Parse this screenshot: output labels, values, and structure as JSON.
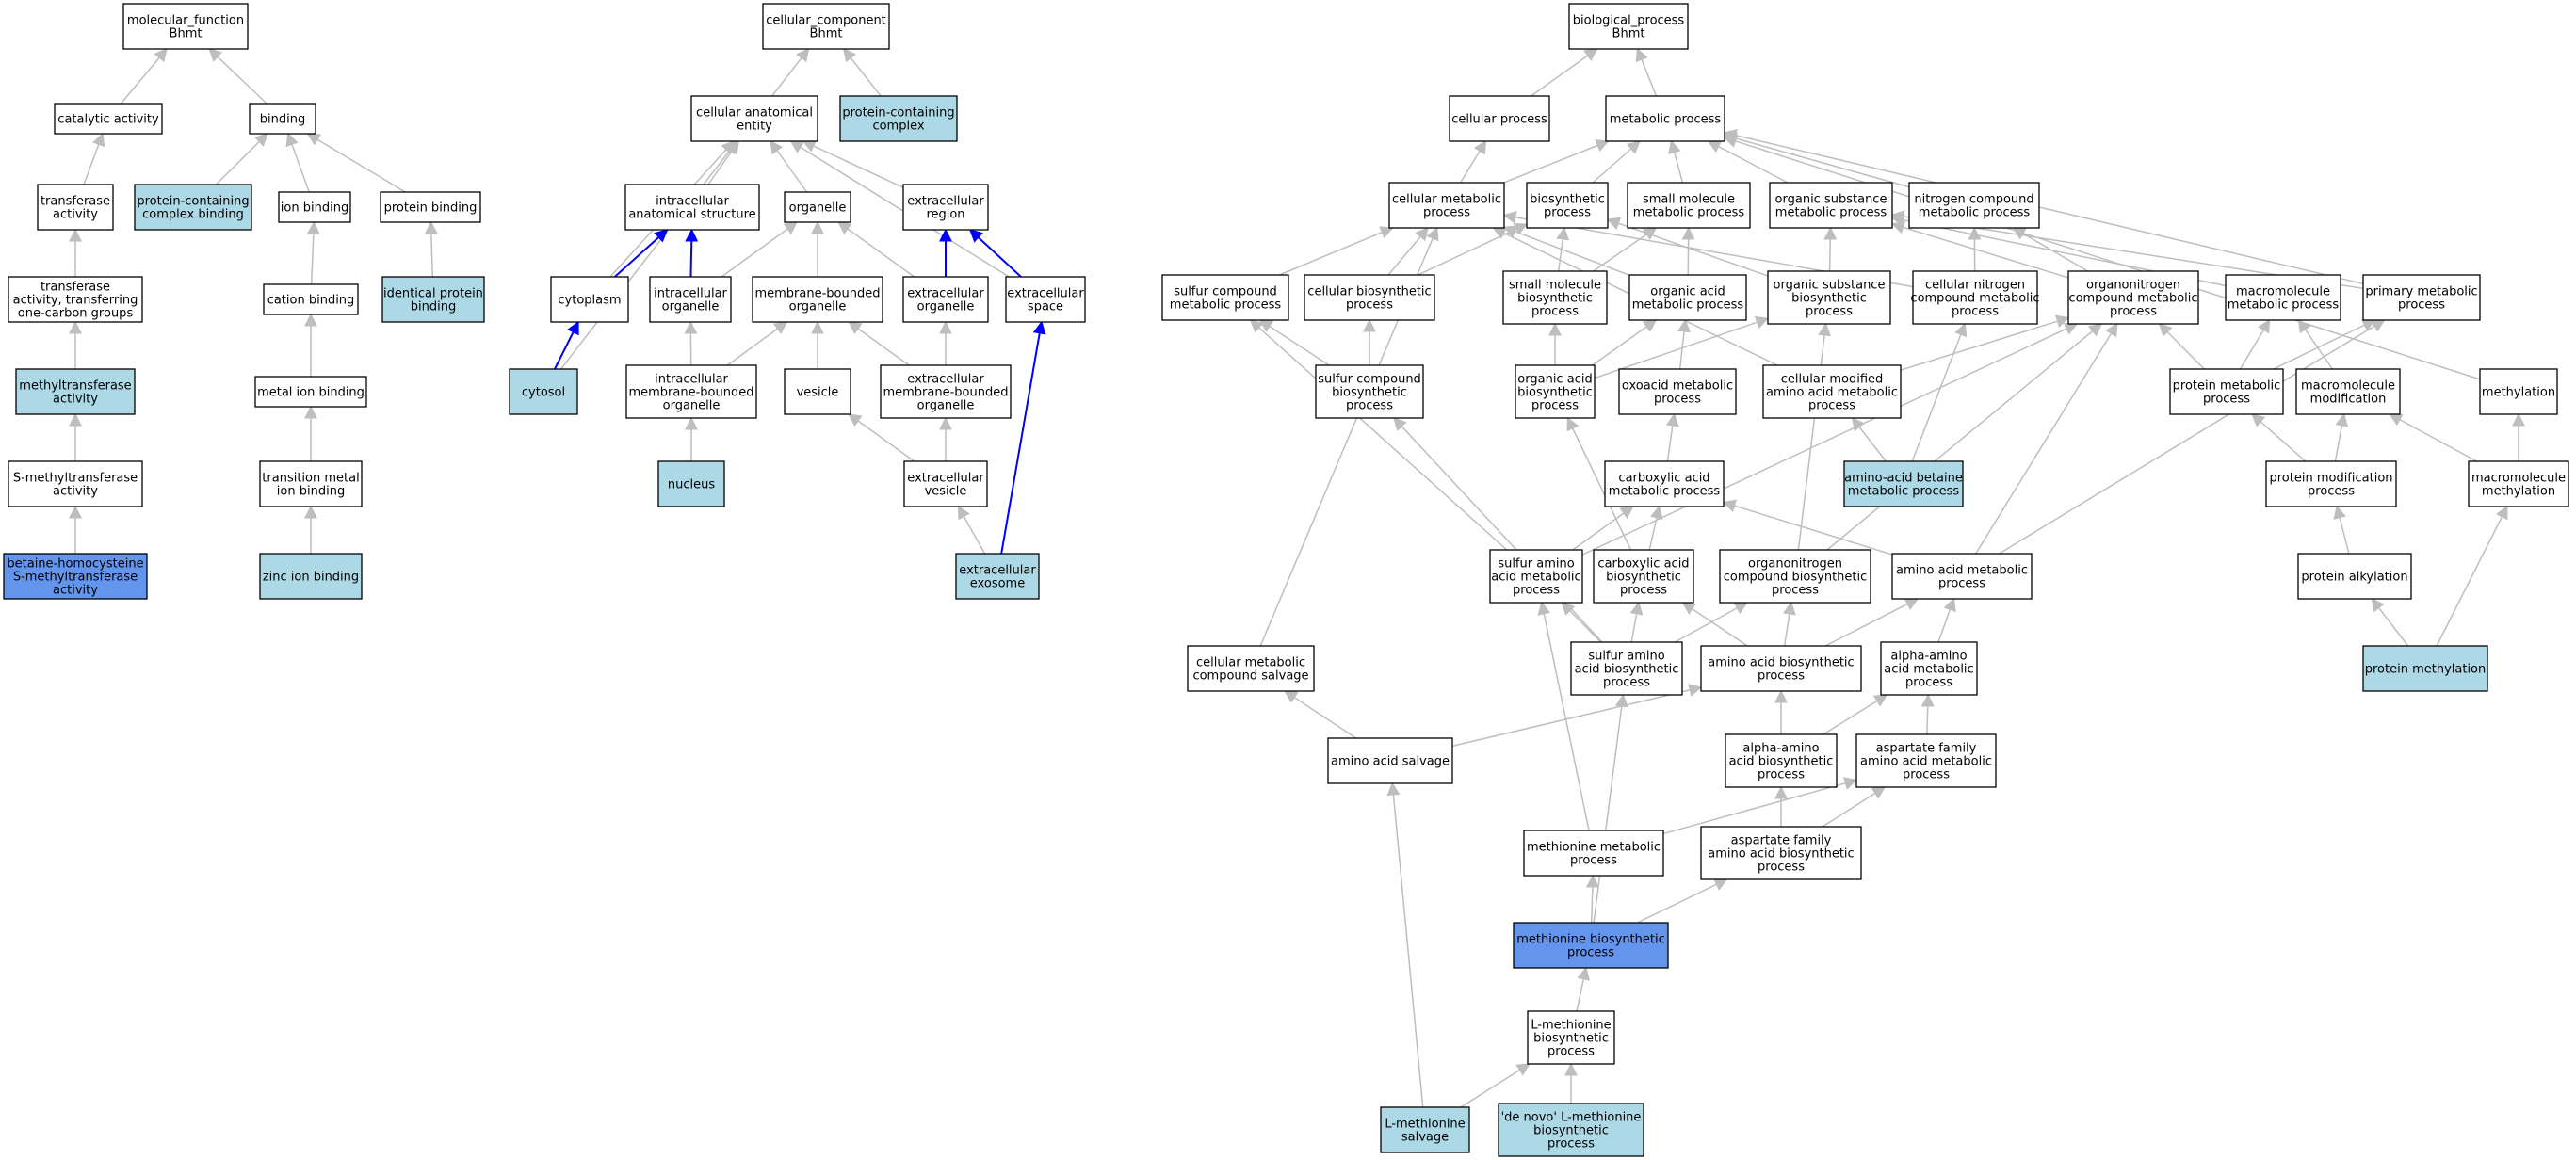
{
  "gene": "Bhmt",
  "colors": {
    "node_default": "#ffffff",
    "node_light": "#add8e6",
    "node_dark": "#6495ed",
    "edge_gray": "#bebebe",
    "edge_blue": "#0000ff"
  },
  "nodes": [
    {
      "id": "mf",
      "lines": [
        "molecular_function",
        "Bhmt"
      ],
      "fill": "white"
    },
    {
      "id": "catalytic",
      "lines": [
        "catalytic activity"
      ],
      "fill": "white"
    },
    {
      "id": "binding",
      "lines": [
        "binding"
      ],
      "fill": "white"
    },
    {
      "id": "transferase",
      "lines": [
        "transferase",
        "activity"
      ],
      "fill": "white"
    },
    {
      "id": "pccbinding",
      "lines": [
        "protein-containing",
        "complex binding"
      ],
      "fill": "light"
    },
    {
      "id": "ionbinding",
      "lines": [
        "ion binding"
      ],
      "fill": "white"
    },
    {
      "id": "proteinbinding",
      "lines": [
        "protein binding"
      ],
      "fill": "white"
    },
    {
      "id": "transfer1c",
      "lines": [
        "transferase",
        "activity, transferring",
        "one-carbon groups"
      ],
      "fill": "white"
    },
    {
      "id": "cationbinding",
      "lines": [
        "cation binding"
      ],
      "fill": "white"
    },
    {
      "id": "identbinding",
      "lines": [
        "identical protein",
        "binding"
      ],
      "fill": "light"
    },
    {
      "id": "methyltrans",
      "lines": [
        "methyltransferase",
        "activity"
      ],
      "fill": "light"
    },
    {
      "id": "metalion",
      "lines": [
        "metal ion binding"
      ],
      "fill": "white"
    },
    {
      "id": "smethyl",
      "lines": [
        "S-methyltransferase",
        "activity"
      ],
      "fill": "white"
    },
    {
      "id": "transmetal",
      "lines": [
        "transition metal",
        "ion binding"
      ],
      "fill": "white"
    },
    {
      "id": "bhmtact",
      "lines": [
        "betaine-homocysteine",
        "S-methyltransferase",
        "activity"
      ],
      "fill": "dark"
    },
    {
      "id": "zinc",
      "lines": [
        "zinc ion binding"
      ],
      "fill": "light"
    },
    {
      "id": "cc",
      "lines": [
        "cellular_component",
        "Bhmt"
      ],
      "fill": "white"
    },
    {
      "id": "cae",
      "lines": [
        "cellular anatomical",
        "entity"
      ],
      "fill": "white"
    },
    {
      "id": "pcc",
      "lines": [
        "protein-containing",
        "complex"
      ],
      "fill": "light"
    },
    {
      "id": "ias",
      "lines": [
        "intracellular",
        "anatomical structure"
      ],
      "fill": "white"
    },
    {
      "id": "organelle",
      "lines": [
        "organelle"
      ],
      "fill": "white"
    },
    {
      "id": "extreg",
      "lines": [
        "extracellular",
        "region"
      ],
      "fill": "white"
    },
    {
      "id": "cytoplasm",
      "lines": [
        "cytoplasm"
      ],
      "fill": "white"
    },
    {
      "id": "intorg",
      "lines": [
        "intracellular",
        "organelle"
      ],
      "fill": "white"
    },
    {
      "id": "mbo",
      "lines": [
        "membrane-bounded",
        "organelle"
      ],
      "fill": "white"
    },
    {
      "id": "extorg",
      "lines": [
        "extracellular",
        "organelle"
      ],
      "fill": "white"
    },
    {
      "id": "extspace",
      "lines": [
        "extracellular",
        "space"
      ],
      "fill": "white"
    },
    {
      "id": "cytosol",
      "lines": [
        "cytosol"
      ],
      "fill": "light"
    },
    {
      "id": "imbo",
      "lines": [
        "intracellular",
        "membrane-bounded",
        "organelle"
      ],
      "fill": "white"
    },
    {
      "id": "vesicle",
      "lines": [
        "vesicle"
      ],
      "fill": "white"
    },
    {
      "id": "embo",
      "lines": [
        "extracellular",
        "membrane-bounded",
        "organelle"
      ],
      "fill": "white"
    },
    {
      "id": "nucleus",
      "lines": [
        "nucleus"
      ],
      "fill": "light"
    },
    {
      "id": "extves",
      "lines": [
        "extracellular",
        "vesicle"
      ],
      "fill": "white"
    },
    {
      "id": "exosome",
      "lines": [
        "extracellular",
        "exosome"
      ],
      "fill": "light"
    },
    {
      "id": "bp",
      "lines": [
        "biological_process",
        "Bhmt"
      ],
      "fill": "white"
    },
    {
      "id": "cellproc",
      "lines": [
        "cellular process"
      ],
      "fill": "white"
    },
    {
      "id": "metproc",
      "lines": [
        "metabolic process"
      ],
      "fill": "white"
    },
    {
      "id": "cellmet",
      "lines": [
        "cellular metabolic",
        "process"
      ],
      "fill": "white"
    },
    {
      "id": "biosyn",
      "lines": [
        "biosynthetic",
        "process"
      ],
      "fill": "white"
    },
    {
      "id": "smallmol",
      "lines": [
        "small molecule",
        "metabolic process"
      ],
      "fill": "white"
    },
    {
      "id": "orgsub",
      "lines": [
        "organic substance",
        "metabolic process"
      ],
      "fill": "white"
    },
    {
      "id": "nitrogen",
      "lines": [
        "nitrogen compound",
        "metabolic process"
      ],
      "fill": "white"
    },
    {
      "id": "sulfurcmp",
      "lines": [
        "sulfur compound",
        "metabolic process"
      ],
      "fill": "white"
    },
    {
      "id": "cellbio",
      "lines": [
        "cellular biosynthetic",
        "process"
      ],
      "fill": "white"
    },
    {
      "id": "smbio",
      "lines": [
        "small molecule",
        "biosynthetic",
        "process"
      ],
      "fill": "white"
    },
    {
      "id": "orgacid",
      "lines": [
        "organic acid",
        "metabolic process"
      ],
      "fill": "white"
    },
    {
      "id": "orgsubbio",
      "lines": [
        "organic substance",
        "biosynthetic",
        "process"
      ],
      "fill": "white"
    },
    {
      "id": "cellnitro",
      "lines": [
        "cellular nitrogen",
        "compound metabolic",
        "process"
      ],
      "fill": "white"
    },
    {
      "id": "organonit",
      "lines": [
        "organonitrogen",
        "compound metabolic",
        "process"
      ],
      "fill": "white"
    },
    {
      "id": "macromol",
      "lines": [
        "macromolecule",
        "metabolic process"
      ],
      "fill": "white"
    },
    {
      "id": "primary",
      "lines": [
        "primary metabolic",
        "process"
      ],
      "fill": "white"
    },
    {
      "id": "sulfurbio",
      "lines": [
        "sulfur compound",
        "biosynthetic",
        "process"
      ],
      "fill": "white"
    },
    {
      "id": "orgacidbio",
      "lines": [
        "organic acid",
        "biosynthetic",
        "process"
      ],
      "fill": "white"
    },
    {
      "id": "oxoacid",
      "lines": [
        "oxoacid metabolic",
        "process"
      ],
      "fill": "white"
    },
    {
      "id": "cellmodaa",
      "lines": [
        "cellular modified",
        "amino acid metabolic",
        "process"
      ],
      "fill": "white"
    },
    {
      "id": "protmet",
      "lines": [
        "protein metabolic",
        "process"
      ],
      "fill": "white"
    },
    {
      "id": "macromod",
      "lines": [
        "macromolecule",
        "modification"
      ],
      "fill": "white"
    },
    {
      "id": "methylation",
      "lines": [
        "methylation"
      ],
      "fill": "white"
    },
    {
      "id": "carboxmet",
      "lines": [
        "carboxylic acid",
        "metabolic process"
      ],
      "fill": "white"
    },
    {
      "id": "betaine",
      "lines": [
        "amino-acid betaine",
        "metabolic process"
      ],
      "fill": "light"
    },
    {
      "id": "protmod",
      "lines": [
        "protein modification",
        "process"
      ],
      "fill": "white"
    },
    {
      "id": "macromethyl",
      "lines": [
        "macromolecule",
        "methylation"
      ],
      "fill": "white"
    },
    {
      "id": "sulfaamet",
      "lines": [
        "sulfur amino",
        "acid metabolic",
        "process"
      ],
      "fill": "white"
    },
    {
      "id": "carboxbio",
      "lines": [
        "carboxylic acid",
        "biosynthetic",
        "process"
      ],
      "fill": "white"
    },
    {
      "id": "organonitbio",
      "lines": [
        "organonitrogen",
        "compound biosynthetic",
        "process"
      ],
      "fill": "white"
    },
    {
      "id": "aamet",
      "lines": [
        "amino acid metabolic",
        "process"
      ],
      "fill": "white"
    },
    {
      "id": "protalk",
      "lines": [
        "protein alkylation"
      ],
      "fill": "white"
    },
    {
      "id": "cellsalv",
      "lines": [
        "cellular metabolic",
        "compound salvage"
      ],
      "fill": "white"
    },
    {
      "id": "sulfaabio",
      "lines": [
        "sulfur amino",
        "acid biosynthetic",
        "process"
      ],
      "fill": "white"
    },
    {
      "id": "aabio",
      "lines": [
        "amino acid biosynthetic",
        "process"
      ],
      "fill": "white"
    },
    {
      "id": "alphaamet",
      "lines": [
        "alpha-amino",
        "acid metabolic",
        "process"
      ],
      "fill": "white"
    },
    {
      "id": "protmethyl",
      "lines": [
        "protein methylation"
      ],
      "fill": "light"
    },
    {
      "id": "aasalv",
      "lines": [
        "amino acid salvage"
      ],
      "fill": "white"
    },
    {
      "id": "alphaabio",
      "lines": [
        "alpha-amino",
        "acid biosynthetic",
        "process"
      ],
      "fill": "white"
    },
    {
      "id": "aspmet",
      "lines": [
        "aspartate family",
        "amino acid metabolic",
        "process"
      ],
      "fill": "white"
    },
    {
      "id": "methmet",
      "lines": [
        "methionine metabolic",
        "process"
      ],
      "fill": "white"
    },
    {
      "id": "aspbio",
      "lines": [
        "aspartate family",
        "amino acid biosynthetic",
        "process"
      ],
      "fill": "white"
    },
    {
      "id": "methbio",
      "lines": [
        "methionine biosynthetic",
        "process"
      ],
      "fill": "dark"
    },
    {
      "id": "lmethbio",
      "lines": [
        "L-methionine",
        "biosynthetic",
        "process"
      ],
      "fill": "white"
    },
    {
      "id": "lmethsalv",
      "lines": [
        "L-methionine",
        "salvage"
      ],
      "fill": "light"
    },
    {
      "id": "denovo",
      "lines": [
        "'de novo' L-methionine",
        "biosynthetic",
        "process"
      ],
      "fill": "light"
    }
  ],
  "edges": [
    [
      "catalytic",
      "mf",
      "gray"
    ],
    [
      "binding",
      "mf",
      "gray"
    ],
    [
      "transferase",
      "catalytic",
      "gray"
    ],
    [
      "pccbinding",
      "binding",
      "gray"
    ],
    [
      "ionbinding",
      "binding",
      "gray"
    ],
    [
      "proteinbinding",
      "binding",
      "gray"
    ],
    [
      "transfer1c",
      "transferase",
      "gray"
    ],
    [
      "cationbinding",
      "ionbinding",
      "gray"
    ],
    [
      "identbinding",
      "proteinbinding",
      "gray"
    ],
    [
      "methyltrans",
      "transfer1c",
      "gray"
    ],
    [
      "metalion",
      "cationbinding",
      "gray"
    ],
    [
      "smethyl",
      "methyltrans",
      "gray"
    ],
    [
      "transmetal",
      "metalion",
      "gray"
    ],
    [
      "bhmtact",
      "smethyl",
      "gray"
    ],
    [
      "zinc",
      "transmetal",
      "gray"
    ],
    [
      "cae",
      "cc",
      "gray"
    ],
    [
      "pcc",
      "cc",
      "gray"
    ],
    [
      "ias",
      "cae",
      "gray"
    ],
    [
      "organelle",
      "cae",
      "gray"
    ],
    [
      "extreg",
      "cae",
      "gray"
    ],
    [
      "cytoplasm",
      "cae",
      "gray"
    ],
    [
      "cytosol",
      "cae",
      "gray"
    ],
    [
      "extspace",
      "cae",
      "gray"
    ],
    [
      "cytoplasm",
      "ias",
      "blue"
    ],
    [
      "intorg",
      "ias",
      "blue"
    ],
    [
      "intorg",
      "organelle",
      "gray"
    ],
    [
      "mbo",
      "organelle",
      "gray"
    ],
    [
      "extorg",
      "organelle",
      "gray"
    ],
    [
      "extorg",
      "extreg",
      "blue"
    ],
    [
      "extspace",
      "extreg",
      "blue"
    ],
    [
      "cytosol",
      "cytoplasm",
      "blue"
    ],
    [
      "imbo",
      "intorg",
      "gray"
    ],
    [
      "imbo",
      "mbo",
      "gray"
    ],
    [
      "vesicle",
      "mbo",
      "gray"
    ],
    [
      "embo",
      "mbo",
      "gray"
    ],
    [
      "embo",
      "extorg",
      "gray"
    ],
    [
      "nucleus",
      "imbo",
      "gray"
    ],
    [
      "extves",
      "vesicle",
      "gray"
    ],
    [
      "extves",
      "embo",
      "gray"
    ],
    [
      "exosome",
      "extves",
      "gray"
    ],
    [
      "exosome",
      "extspace",
      "blue"
    ],
    [
      "cellproc",
      "bp",
      "gray"
    ],
    [
      "metproc",
      "bp",
      "gray"
    ],
    [
      "cellmet",
      "cellproc",
      "gray"
    ],
    [
      "cellmet",
      "metproc",
      "gray"
    ],
    [
      "biosyn",
      "metproc",
      "gray"
    ],
    [
      "smallmol",
      "metproc",
      "gray"
    ],
    [
      "orgsub",
      "metproc",
      "gray"
    ],
    [
      "nitrogen",
      "metproc",
      "gray"
    ],
    [
      "primary",
      "metproc",
      "gray"
    ],
    [
      "methylation",
      "metproc",
      "gray"
    ],
    [
      "sulfurcmp",
      "cellmet",
      "gray"
    ],
    [
      "cellbio",
      "cellmet",
      "gray"
    ],
    [
      "cellbio",
      "biosyn",
      "gray"
    ],
    [
      "smbio",
      "biosyn",
      "gray"
    ],
    [
      "smbio",
      "smallmol",
      "gray"
    ],
    [
      "orgacid",
      "smallmol",
      "gray"
    ],
    [
      "orgsubbio",
      "biosyn",
      "gray"
    ],
    [
      "orgsubbio",
      "orgsub",
      "gray"
    ],
    [
      "cellnitro",
      "cellmet",
      "gray"
    ],
    [
      "cellnitro",
      "nitrogen",
      "gray"
    ],
    [
      "organonit",
      "orgsub",
      "gray"
    ],
    [
      "organonit",
      "nitrogen",
      "gray"
    ],
    [
      "macromol",
      "orgsub",
      "gray"
    ],
    [
      "primary",
      "orgsub",
      "gray"
    ],
    [
      "orgacid",
      "cellmet",
      "gray"
    ],
    [
      "cellmodaa",
      "cellmet",
      "gray"
    ],
    [
      "cellmodaa",
      "organonit",
      "gray"
    ],
    [
      "sulfurbio",
      "sulfurcmp",
      "gray"
    ],
    [
      "sulfurbio",
      "cellbio",
      "gray"
    ],
    [
      "orgacidbio",
      "smbio",
      "gray"
    ],
    [
      "orgacidbio",
      "orgacid",
      "gray"
    ],
    [
      "orgacidbio",
      "orgsubbio",
      "gray"
    ],
    [
      "oxoacid",
      "orgacid",
      "gray"
    ],
    [
      "protmet",
      "organonit",
      "gray"
    ],
    [
      "protmet",
      "macromol",
      "gray"
    ],
    [
      "protmet",
      "primary",
      "gray"
    ],
    [
      "macromod",
      "macromol",
      "gray"
    ],
    [
      "carboxmet",
      "oxoacid",
      "gray"
    ],
    [
      "betaine",
      "cellmodaa",
      "gray"
    ],
    [
      "betaine",
      "cellnitro",
      "gray"
    ],
    [
      "protmod",
      "protmet",
      "gray"
    ],
    [
      "protmod",
      "macromod",
      "gray"
    ],
    [
      "macromethyl",
      "macromod",
      "gray"
    ],
    [
      "macromethyl",
      "methylation",
      "gray"
    ],
    [
      "sulfaamet",
      "carboxmet",
      "gray"
    ],
    [
      "sulfaamet",
      "sulfurcmp",
      "gray"
    ],
    [
      "sulfaamet",
      "organonit",
      "gray"
    ],
    [
      "carboxbio",
      "carboxmet",
      "gray"
    ],
    [
      "carboxbio",
      "orgacidbio",
      "gray"
    ],
    [
      "organonitbio",
      "organonit",
      "gray"
    ],
    [
      "organonitbio",
      "orgsubbio",
      "gray"
    ],
    [
      "aamet",
      "carboxmet",
      "gray"
    ],
    [
      "aamet",
      "organonit",
      "gray"
    ],
    [
      "aamet",
      "primary",
      "gray"
    ],
    [
      "protalk",
      "protmod",
      "gray"
    ],
    [
      "cellsalv",
      "cellmet",
      "gray"
    ],
    [
      "sulfaabio",
      "sulfaamet",
      "gray"
    ],
    [
      "sulfaabio",
      "carboxbio",
      "gray"
    ],
    [
      "sulfaabio",
      "organonitbio",
      "gray"
    ],
    [
      "sulfaabio",
      "sulfurbio",
      "gray"
    ],
    [
      "aabio",
      "carboxbio",
      "gray"
    ],
    [
      "aabio",
      "organonitbio",
      "gray"
    ],
    [
      "aabio",
      "aamet",
      "gray"
    ],
    [
      "alphaamet",
      "aamet",
      "gray"
    ],
    [
      "protmethyl",
      "protalk",
      "gray"
    ],
    [
      "protmethyl",
      "macromethyl",
      "gray"
    ],
    [
      "aasalv",
      "cellsalv",
      "gray"
    ],
    [
      "aasalv",
      "aabio",
      "gray"
    ],
    [
      "alphaabio",
      "aabio",
      "gray"
    ],
    [
      "alphaabio",
      "alphaamet",
      "gray"
    ],
    [
      "aspmet",
      "alphaamet",
      "gray"
    ],
    [
      "methmet",
      "sulfaamet",
      "gray"
    ],
    [
      "methmet",
      "aspmet",
      "gray"
    ],
    [
      "aspbio",
      "alphaabio",
      "gray"
    ],
    [
      "aspbio",
      "aspmet",
      "gray"
    ],
    [
      "methbio",
      "methmet",
      "gray"
    ],
    [
      "methbio",
      "aspbio",
      "gray"
    ],
    [
      "methbio",
      "sulfaabio",
      "gray"
    ],
    [
      "lmethbio",
      "methbio",
      "gray"
    ],
    [
      "lmethsalv",
      "lmethbio",
      "gray"
    ],
    [
      "lmethsalv",
      "aasalv",
      "gray"
    ],
    [
      "denovo",
      "lmethbio",
      "gray"
    ]
  ]
}
